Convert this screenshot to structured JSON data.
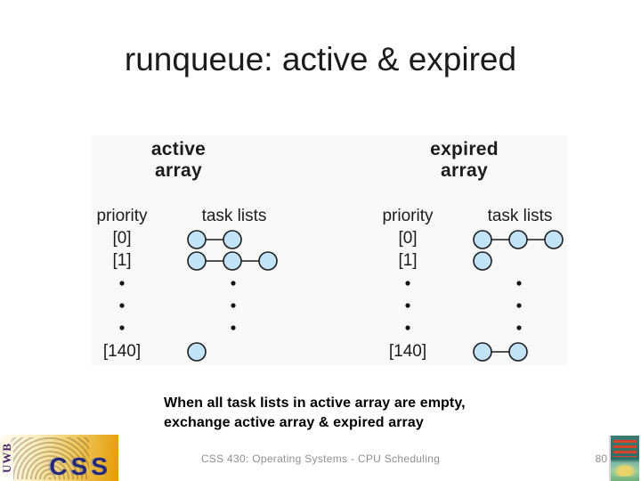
{
  "slide": {
    "title": "runqueue: active & expired",
    "caption": "When all task lists in active array are empty,\nexchange active array & expired array",
    "footer_course": "CSS 430: Operating Systems - CPU Scheduling",
    "page_number": "80"
  },
  "diagram": {
    "active": {
      "title": "active\narray",
      "priority_header": "priority",
      "tasklists_header": "task lists",
      "rows": [
        {
          "label": "[0]",
          "tasks": 2
        },
        {
          "label": "[1]",
          "tasks": 3
        },
        {
          "label": "[140]",
          "tasks": 1
        }
      ]
    },
    "expired": {
      "title": "expired\narray",
      "priority_header": "priority",
      "tasklists_header": "task lists",
      "rows": [
        {
          "label": "[0]",
          "tasks": 3
        },
        {
          "label": "[1]",
          "tasks": 1
        },
        {
          "label": "[140]",
          "tasks": 2
        }
      ]
    },
    "colors": {
      "node_fill": "#c1e3f5",
      "node_stroke": "#1c1c1c",
      "line": "#1c1c1c",
      "dot": "#151515",
      "panel_bg": "#f8f8f8"
    }
  },
  "branding": {
    "university_label": "UWB",
    "department_label": "CSS",
    "logo_icon": "uwb-css-logo",
    "book_icon": "operating-system-concepts-book-cover"
  }
}
